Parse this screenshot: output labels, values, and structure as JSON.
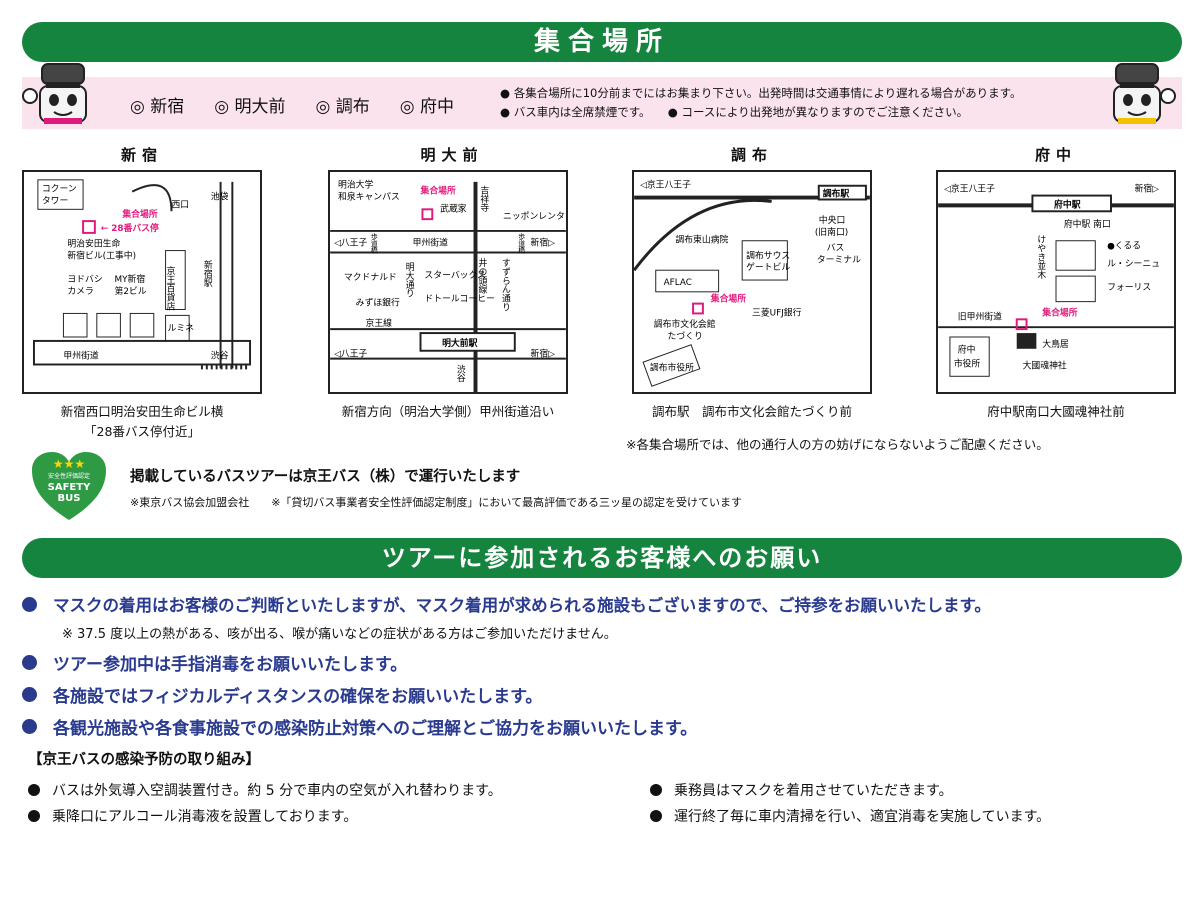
{
  "header": {
    "title": "集合場所"
  },
  "locations": [
    "◎ 新宿",
    "◎ 明大前",
    "◎ 調布",
    "◎ 府中"
  ],
  "top_notes": [
    "● 各集合場所に10分前までにはお集まり下さい。出発時間は交通事情により遅れる場合があります。",
    "● バス車内は全席禁煙です。　　● コースにより出発地が異なりますのでご注意ください。"
  ],
  "maps": {
    "shinjuku": {
      "title": "新宿",
      "caption1": "新宿西口明治安田生命ビル横",
      "caption2": "「28番バス停付近」",
      "labels": {
        "cocoon": "コクーン",
        "tower": "タワー",
        "nishiguchi": "西口",
        "meeting": "集合場所",
        "busstop": "← 28番バス停",
        "meiji1": "明治安田生命",
        "meiji2": "新宿ビル(工事中)",
        "yodo1": "ヨドバシ",
        "yodo2": "カメラ",
        "my1": "MY新宿",
        "my2": "第2ビル",
        "keio": "京王百貨店",
        "station": "新宿駅",
        "ikebukuro": "池袋",
        "lumine": "ルミネ",
        "koshu": "甲州街道",
        "shibuya": "渋谷"
      }
    },
    "meidaimae": {
      "title": "明大前",
      "caption": "新宿方向（明治大学側）甲州街道沿い",
      "labels": {
        "univ1": "明治大学",
        "univ2": "和泉キャンパス",
        "meeting": "集合場所",
        "kichijoji": "吉祥寺",
        "musashiya": "武蔵家",
        "nippon": "ニッポンレンタカー",
        "hodo1": "歩道橋",
        "hodo2": "歩道橋",
        "hachioji": "◁八王子",
        "shinjuku": "新宿▷",
        "koshu": "甲州街道",
        "inokashira": "井の頭線",
        "suzuran": "すずらん通り",
        "mcd": "マクドナルド",
        "starbucks": "スターバックス",
        "doutor": "ドトールコーヒー",
        "mizuho": "みずほ銀行",
        "meidai_dori": "明大通り",
        "keio_line": "京王線",
        "station": "明大前駅",
        "hachioji2": "◁八王子",
        "shinjuku2": "新宿▷",
        "shibuya": "渋谷"
      }
    },
    "chofu": {
      "title": "調布",
      "caption": "調布駅　調布市文化会館たづくり前",
      "labels": {
        "hachioji": "◁京王八王子",
        "station": "調布駅",
        "hospital": "調布東山病院",
        "central1": "中央口",
        "central2": "(旧南口)",
        "terminal1": "バス",
        "terminal2": "ターミナル",
        "south1": "調布サウス",
        "south2": "ゲートビル",
        "aflac": "AFLAC",
        "meeting": "集合場所",
        "bunka1": "調布市文化会館",
        "bunka2": "たづくり",
        "ufj": "三菱UFJ銀行",
        "cityhall": "調布市役所"
      }
    },
    "fuchu": {
      "title": "府中",
      "caption": "府中駅南口大國魂神社前",
      "labels": {
        "hachioji": "◁京王八王子",
        "shinjuku": "新宿▷",
        "station": "府中駅",
        "south": "府中駅 南口",
        "keyaki": "けやき並木",
        "kururu": "●くるる",
        "cinema": "ル・シーニュ",
        "forus": "フォーリス",
        "koshu": "旧甲州街道",
        "meeting": "集合場所",
        "torii": "大鳥居",
        "shrine": "大國魂神社",
        "city1": "府中",
        "city2": "市役所"
      }
    }
  },
  "passerby_note": "※各集合場所では、他の通行人の方の妨げにならないようご配慮ください。",
  "safety_badge": {
    "line1": "安全性評価認定",
    "line2": "SAFETY",
    "line3": "BUS"
  },
  "bus_operator": "掲載しているバスツアーは京王バス（株）で運行いたします",
  "bus_notes": [
    "※東京バス協会加盟会社",
    "※「貸切バス事業者安全性評価認定制度」において最高評価である三ッ星の認定を受けています"
  ],
  "requests": {
    "title": "ツアーに参加されるお客様へのお願い",
    "items": [
      "マスクの着用はお客様のご判断といたしますが、マスク着用が求められる施設もございますので、ご持参をお願いいたします。",
      "ツアー参加中は手指消毒をお願いいたします。",
      "各施設ではフィジカルディスタンスの確保をお願いいたします。",
      "各観光施設や各食事施設での感染防止対策へのご理解とご協力をお願いいたします。"
    ],
    "sub_note": "※ 37.5 度以上の熱がある、咳が出る、喉が痛いなどの症状がある方はご参加いただけません。"
  },
  "keio_measures": {
    "title": "【京王バスの感染予防の取り組み】",
    "items": [
      "バスは外気導入空調装置付き。約 5 分で車内の空気が入れ替わります。",
      "乗務員はマスクを着用させていただきます。",
      "乗降口にアルコール消毒液を設置しております。",
      "運行終了毎に車内清掃を行い、適宜消毒を実施しています。"
    ]
  },
  "colors": {
    "green": "#15843e",
    "pink": "#fbe3ee",
    "magenta": "#e0197d",
    "navy": "#2a3b8f"
  }
}
